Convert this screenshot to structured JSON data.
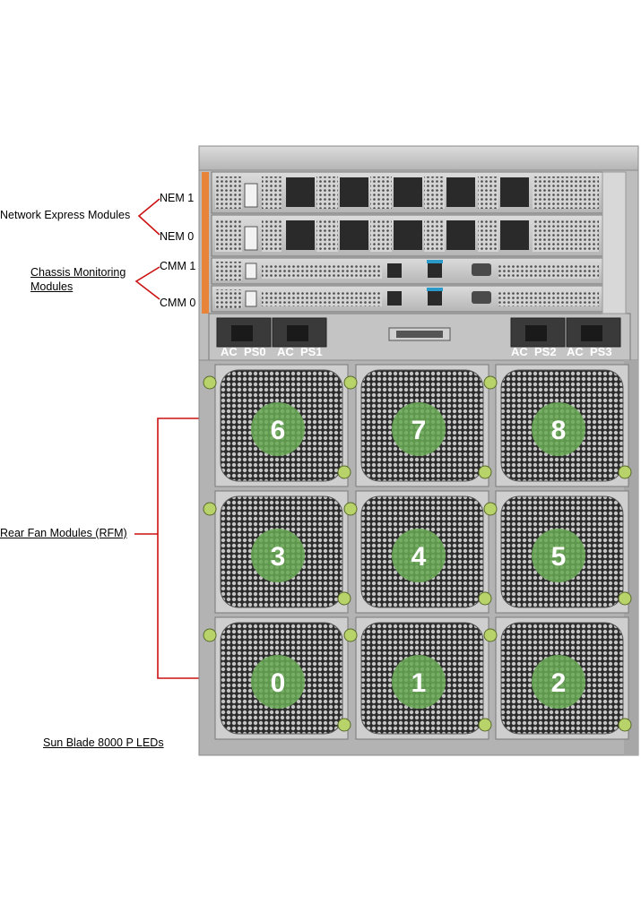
{
  "labels": {
    "nem_group": "Network Express Modules",
    "nem1": "NEM 1",
    "nem0": "NEM 0",
    "cmm_group_line1": "Chassis Monitoring",
    "cmm_group_line2": "Modules",
    "cmm1": "CMM 1",
    "cmm0": "CMM 0",
    "rfm_group": "Rear Fan Modules (RFM)",
    "caption": "Sun Blade 8000 P LEDs"
  },
  "power_supplies": [
    "AC  PS0",
    "AC  PS1",
    "AC  PS2",
    "AC  PS3"
  ],
  "fan_rows": [
    [
      "6",
      "7",
      "8"
    ],
    [
      "3",
      "4",
      "5"
    ],
    [
      "0",
      "1",
      "2"
    ]
  ],
  "colors": {
    "leader_line": "#cc1111",
    "chassis_metal": "#c9c9c9",
    "fan_hub": "#6aaa55",
    "orange_strip": "#e8833a"
  }
}
